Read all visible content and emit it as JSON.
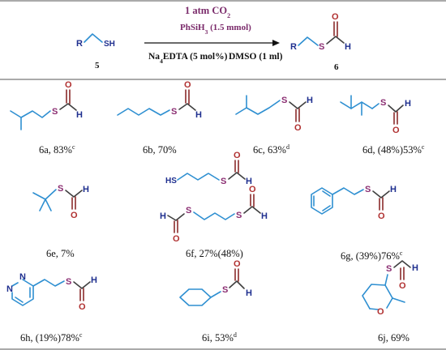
{
  "scheme": {
    "reactant_label": "5",
    "product_label": "6",
    "condition_top": "1 atm CO",
    "condition_top_sub": "2",
    "condition_mid": "PhSiH",
    "condition_mid_sub": "3",
    "condition_mid_tail": " (1.5 mmol)",
    "condition_bottom_left": "Na",
    "condition_bottom_left_sub": "4",
    "condition_bottom_left_tail": "EDTA (5 mol%)",
    "condition_bottom_right": "DMSO (1 ml)",
    "reactant_atoms": {
      "r": "R",
      "sh": "SH"
    },
    "product_atoms": {
      "r": "R",
      "s": "S",
      "o": "O",
      "h": "H"
    }
  },
  "compounds": [
    {
      "id": "6a",
      "caption": "6a, 83%",
      "sup": "c"
    },
    {
      "id": "6b",
      "caption": "6b, 70%",
      "sup": ""
    },
    {
      "id": "6c",
      "caption": "6c, 63%",
      "sup": "d"
    },
    {
      "id": "6d",
      "caption": "6d, (48%)53%",
      "sup": "c"
    },
    {
      "id": "6e",
      "caption": "6e, 7%",
      "sup": ""
    },
    {
      "id": "6f",
      "caption": "6f, 27%(48%)",
      "sup": ""
    },
    {
      "id": "6g",
      "caption": "6g, (39%)76%",
      "sup": "c"
    },
    {
      "id": "6h",
      "caption": "6h, (19%)78%",
      "sup": "c"
    },
    {
      "id": "6i",
      "caption": "6i, 53%",
      "sup": "d"
    },
    {
      "id": "6j",
      "caption": "6j, 69%",
      "sup": ""
    }
  ],
  "atoms": {
    "s": "S",
    "o": "O",
    "h": "H",
    "n": "N",
    "hs": "HS"
  },
  "colors": {
    "chain": "#2e8fd1",
    "sulfur": "#8b2e72",
    "oxygen": "#b03030",
    "hydrogen": "#1f2f8f",
    "carbonyl": "#8b2b2b"
  }
}
